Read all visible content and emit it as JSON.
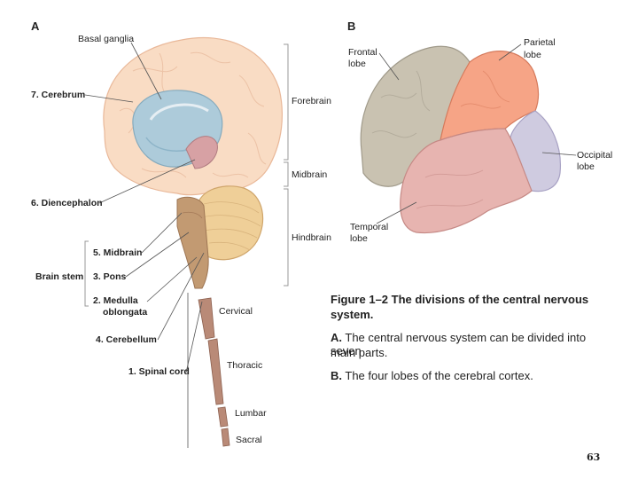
{
  "panels": {
    "a": "A",
    "b": "B"
  },
  "labels_a": {
    "basal_ganglia": "Basal ganglia",
    "cerebrum": "7. Cerebrum",
    "diencephalon": "6. Diencephalon",
    "midbrain": "5. Midbrain",
    "pons": "3. Pons",
    "medulla_1": "2. Medulla",
    "medulla_2": "oblongata",
    "cerebellum": "4. Cerebellum",
    "spinal_cord": "1. Spinal cord",
    "brain_stem": "Brain stem",
    "forebrain": "Forebrain",
    "midbrain_region": "Midbrain",
    "hindbrain": "Hindbrain",
    "cervical": "Cervical",
    "thoracic": "Thoracic",
    "lumbar": "Lumbar",
    "sacral": "Sacral"
  },
  "labels_b": {
    "frontal_1": "Frontal",
    "frontal_2": "lobe",
    "parietal_1": "Parietal",
    "parietal_2": "lobe",
    "occipital_1": "Occipital",
    "occipital_2": "lobe",
    "temporal_1": "Temporal",
    "temporal_2": "lobe"
  },
  "caption": {
    "figure_num": "Figure 1–2",
    "title_rest": " The divisions of the central nervous",
    "title_line2": "system.",
    "a_bold": "A.",
    "a_text_1": " The central nervous system can be divided into seven",
    "a_text_2": "main parts.",
    "b_bold": "B.",
    "b_text": " The four lobes of the cerebral cortex."
  },
  "page_number": "63",
  "colors": {
    "cerebrum": "#f9dcc4",
    "basal_ganglia": "#a9cbdc",
    "cerebellum": "#efcf98",
    "brainstem": "#c29a72",
    "spinal_cord": "#b98a77",
    "frontal": "#c9c2b1",
    "parietal": "#f6a486",
    "temporal": "#e7b4b0",
    "occipital": "#cfcbe0"
  }
}
